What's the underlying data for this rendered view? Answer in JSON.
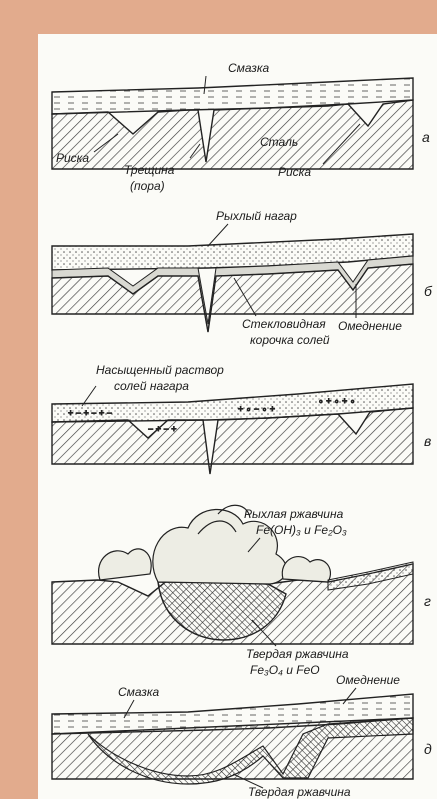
{
  "panels": [
    {
      "id": "a",
      "letter": "а",
      "labels": {
        "lubricant": "Смазка",
        "steel": "Сталь",
        "scratch_left": "Риска",
        "crack_line1": "Трещина",
        "crack_line2": "(пора)",
        "scratch_right": "Риска"
      }
    },
    {
      "id": "b",
      "letter": "б",
      "labels": {
        "loose_deposit": "Рыхлый нагар",
        "glassy_line1": "Стекловидная",
        "glassy_line2": "корочка солей",
        "hardening": "Омеднение"
      }
    },
    {
      "id": "v",
      "letter": "в",
      "labels": {
        "saturated_line1": "Насыщенный раствор",
        "saturated_line2": "солей нагара"
      }
    },
    {
      "id": "g",
      "letter": "г",
      "labels": {
        "loose_rust_line1": "Рыхлая ржавчина",
        "loose_rust_line2": "Fe(OH)₃ и Fe₂O₃",
        "hard_rust_line1": "Твердая ржавчина",
        "hard_rust_line2": "Fe₃O₄ и FeO"
      }
    },
    {
      "id": "d",
      "letter": "д",
      "labels": {
        "lubricant": "Смазка",
        "hardening": "Омеднение",
        "hard_rust": "Твердая ржавчина"
      }
    }
  ]
}
